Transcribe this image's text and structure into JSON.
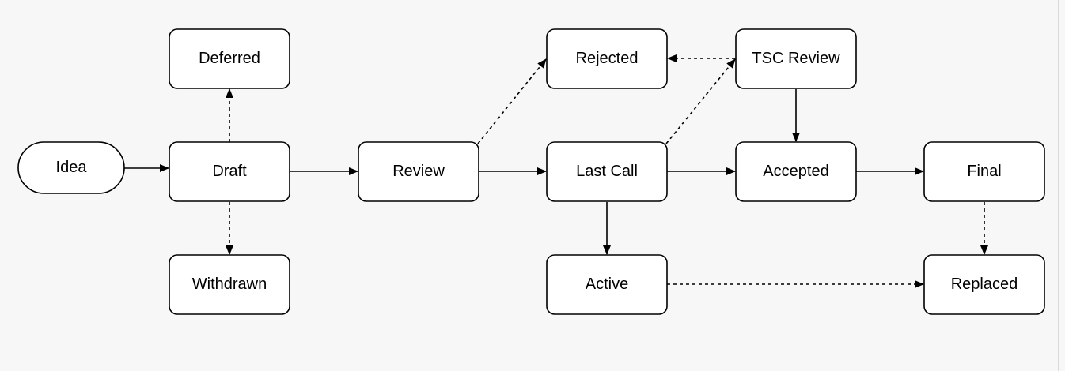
{
  "diagram": {
    "colors": {
      "background": "#f7f7f7",
      "node_fill": "#ffffff",
      "stroke": "#000000",
      "right_rule": "#dadada"
    },
    "nodes": [
      {
        "id": "idea",
        "label": "Idea",
        "shape": "stadium"
      },
      {
        "id": "draft",
        "label": "Draft",
        "shape": "rounded-rect"
      },
      {
        "id": "deferred",
        "label": "Deferred",
        "shape": "rounded-rect"
      },
      {
        "id": "withdrawn",
        "label": "Withdrawn",
        "shape": "rounded-rect"
      },
      {
        "id": "review",
        "label": "Review",
        "shape": "rounded-rect"
      },
      {
        "id": "rejected",
        "label": "Rejected",
        "shape": "rounded-rect"
      },
      {
        "id": "last-call",
        "label": "Last Call",
        "shape": "rounded-rect"
      },
      {
        "id": "active",
        "label": "Active",
        "shape": "rounded-rect"
      },
      {
        "id": "tsc-review",
        "label": "TSC Review",
        "shape": "rounded-rect"
      },
      {
        "id": "accepted",
        "label": "Accepted",
        "shape": "rounded-rect"
      },
      {
        "id": "final",
        "label": "Final",
        "shape": "rounded-rect"
      },
      {
        "id": "replaced",
        "label": "Replaced",
        "shape": "rounded-rect"
      }
    ],
    "edges": [
      {
        "from": "idea",
        "to": "draft",
        "style": "solid"
      },
      {
        "from": "draft",
        "to": "deferred",
        "style": "dashed"
      },
      {
        "from": "draft",
        "to": "withdrawn",
        "style": "dashed"
      },
      {
        "from": "draft",
        "to": "review",
        "style": "solid"
      },
      {
        "from": "review",
        "to": "rejected",
        "style": "dashed"
      },
      {
        "from": "review",
        "to": "last-call",
        "style": "solid"
      },
      {
        "from": "tsc-review",
        "to": "rejected",
        "style": "dashed"
      },
      {
        "from": "last-call",
        "to": "tsc-review",
        "style": "dashed"
      },
      {
        "from": "last-call",
        "to": "accepted",
        "style": "solid"
      },
      {
        "from": "last-call",
        "to": "active",
        "style": "solid"
      },
      {
        "from": "tsc-review",
        "to": "accepted",
        "style": "solid"
      },
      {
        "from": "accepted",
        "to": "final",
        "style": "solid"
      },
      {
        "from": "final",
        "to": "replaced",
        "style": "dashed"
      },
      {
        "from": "active",
        "to": "replaced",
        "style": "dashed"
      }
    ]
  }
}
